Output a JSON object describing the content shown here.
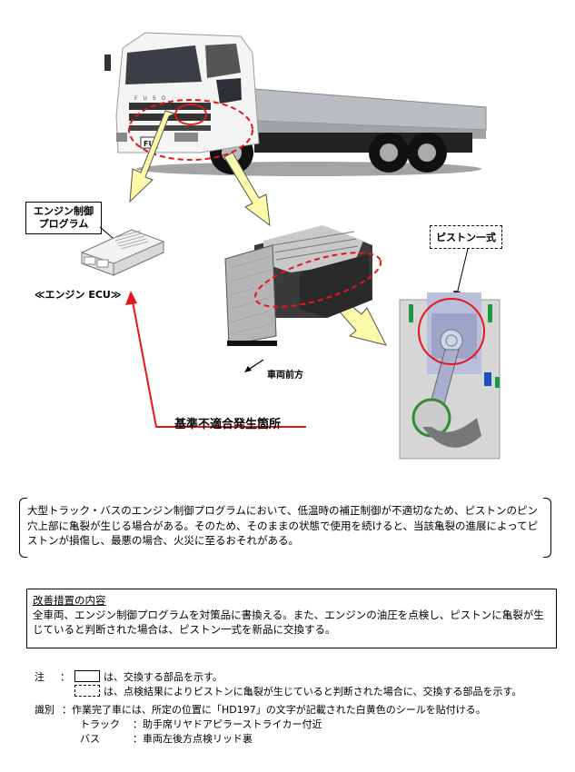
{
  "figure": {
    "ecu_callout": "エンジン制御\nプログラム",
    "ecu_callout_line1": "エンジン制御",
    "ecu_callout_line2": "プログラム",
    "ecu_label": "≪エンジン ECU≫",
    "piston_callout": "ピストン一式",
    "vehicle_front_label": "車両前方",
    "defect_location_label": "基準不適合発生箇所",
    "truck_grille_badge": "FU",
    "truck_brand": "FUSO"
  },
  "description": {
    "text": "大型トラック・バスのエンジン制御プログラムにおいて、低温時の補正制御が不適切なため、ピストンのピン穴上部に亀裂が生じる場合がある。そのため、そのままの状態で使用を続けると、当該亀裂の進展によってピストンが損傷し、最悪の場合、火災に至るおそれがある。"
  },
  "measures": {
    "title": "改善措置の内容",
    "text": "全車両、エンジン制御プログラムを対策品に書換える。また、エンジンの油圧を点検し、ピストンに亀裂が生じていると判断された場合は、ピストン一式を新品に交換する。"
  },
  "notes": {
    "note_label": "注",
    "colon": "：",
    "solid_legend": "は、交換する部品を示す。",
    "dashed_legend": "は、点検結果によりピストンに亀裂が生じていると判断された場合に、交換する部品を示す。",
    "id_label": "識別",
    "id_text": "：作業完了車には、所定の位置に「HD197」の文字が記載された白黄色のシールを貼付ける。",
    "truck_label": "トラック",
    "truck_text": "：助手席リヤドアピラーストライカー付近",
    "bus_label": "バス",
    "bus_text": "：車両左後方点検リッド裏"
  },
  "colors": {
    "highlight_red": "#e8141b",
    "arrow_yellow": "#fafaa8"
  }
}
